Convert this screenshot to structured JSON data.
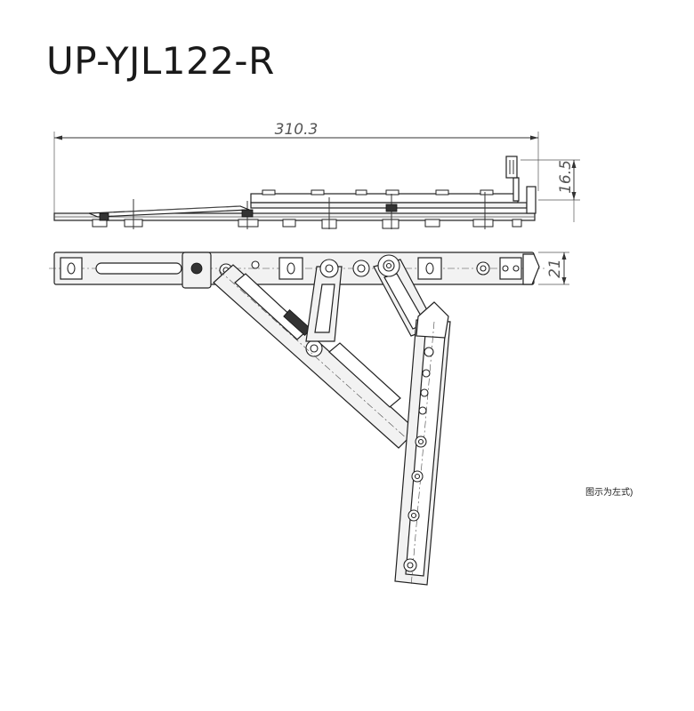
{
  "title": "UP-YJL122-R",
  "dimensions": {
    "overall_length": "310.3",
    "side_height": "16.5",
    "top_width": "21"
  },
  "note": "图示为左式)"
}
